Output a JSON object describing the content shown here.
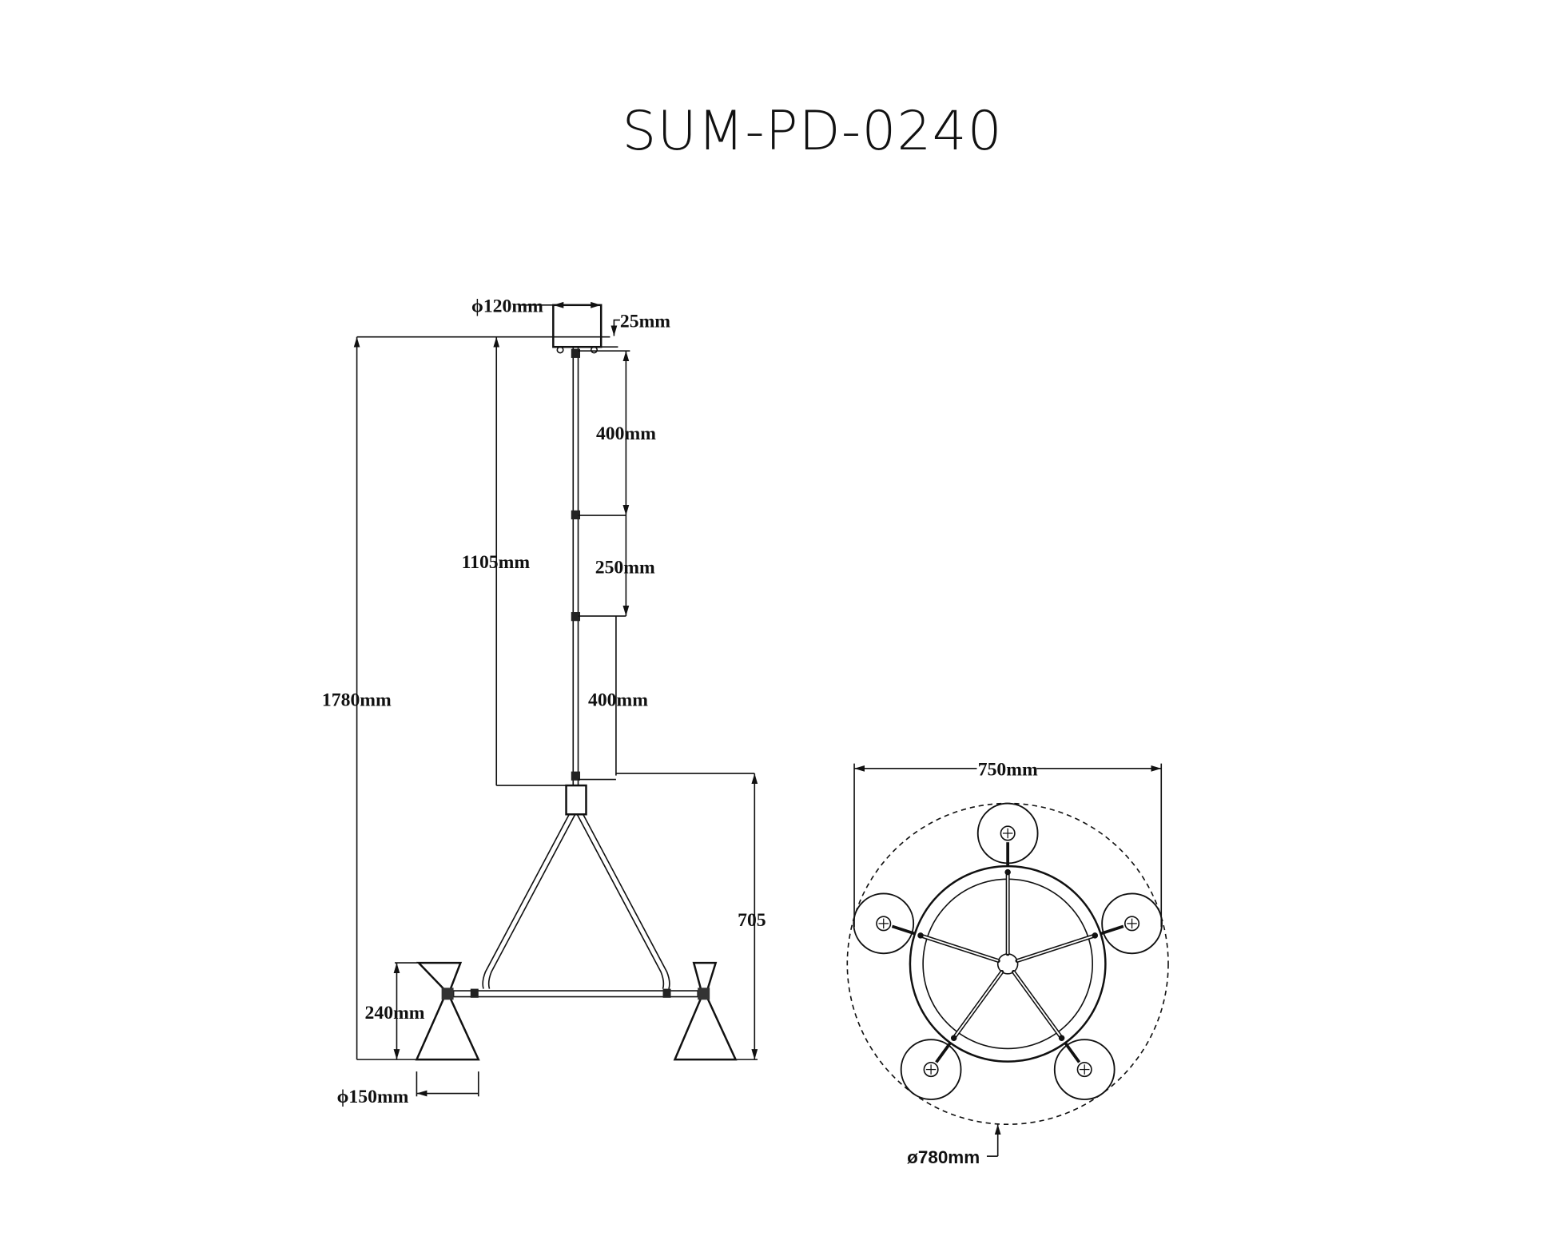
{
  "title": "SUM-PD-0240",
  "side_view": {
    "canopy_diameter": "ϕ120mm",
    "canopy_height": "25mm",
    "total_height": "1780mm",
    "rod_total": "1105mm",
    "rod_segment_1": "400mm",
    "rod_segment_2": "250mm",
    "rod_segment_3": "400mm",
    "frame_height": "705",
    "shade_height": "240mm",
    "shade_diameter": "ϕ150mm"
  },
  "top_view": {
    "width": "750mm",
    "overall_diameter": "ø780mm"
  }
}
